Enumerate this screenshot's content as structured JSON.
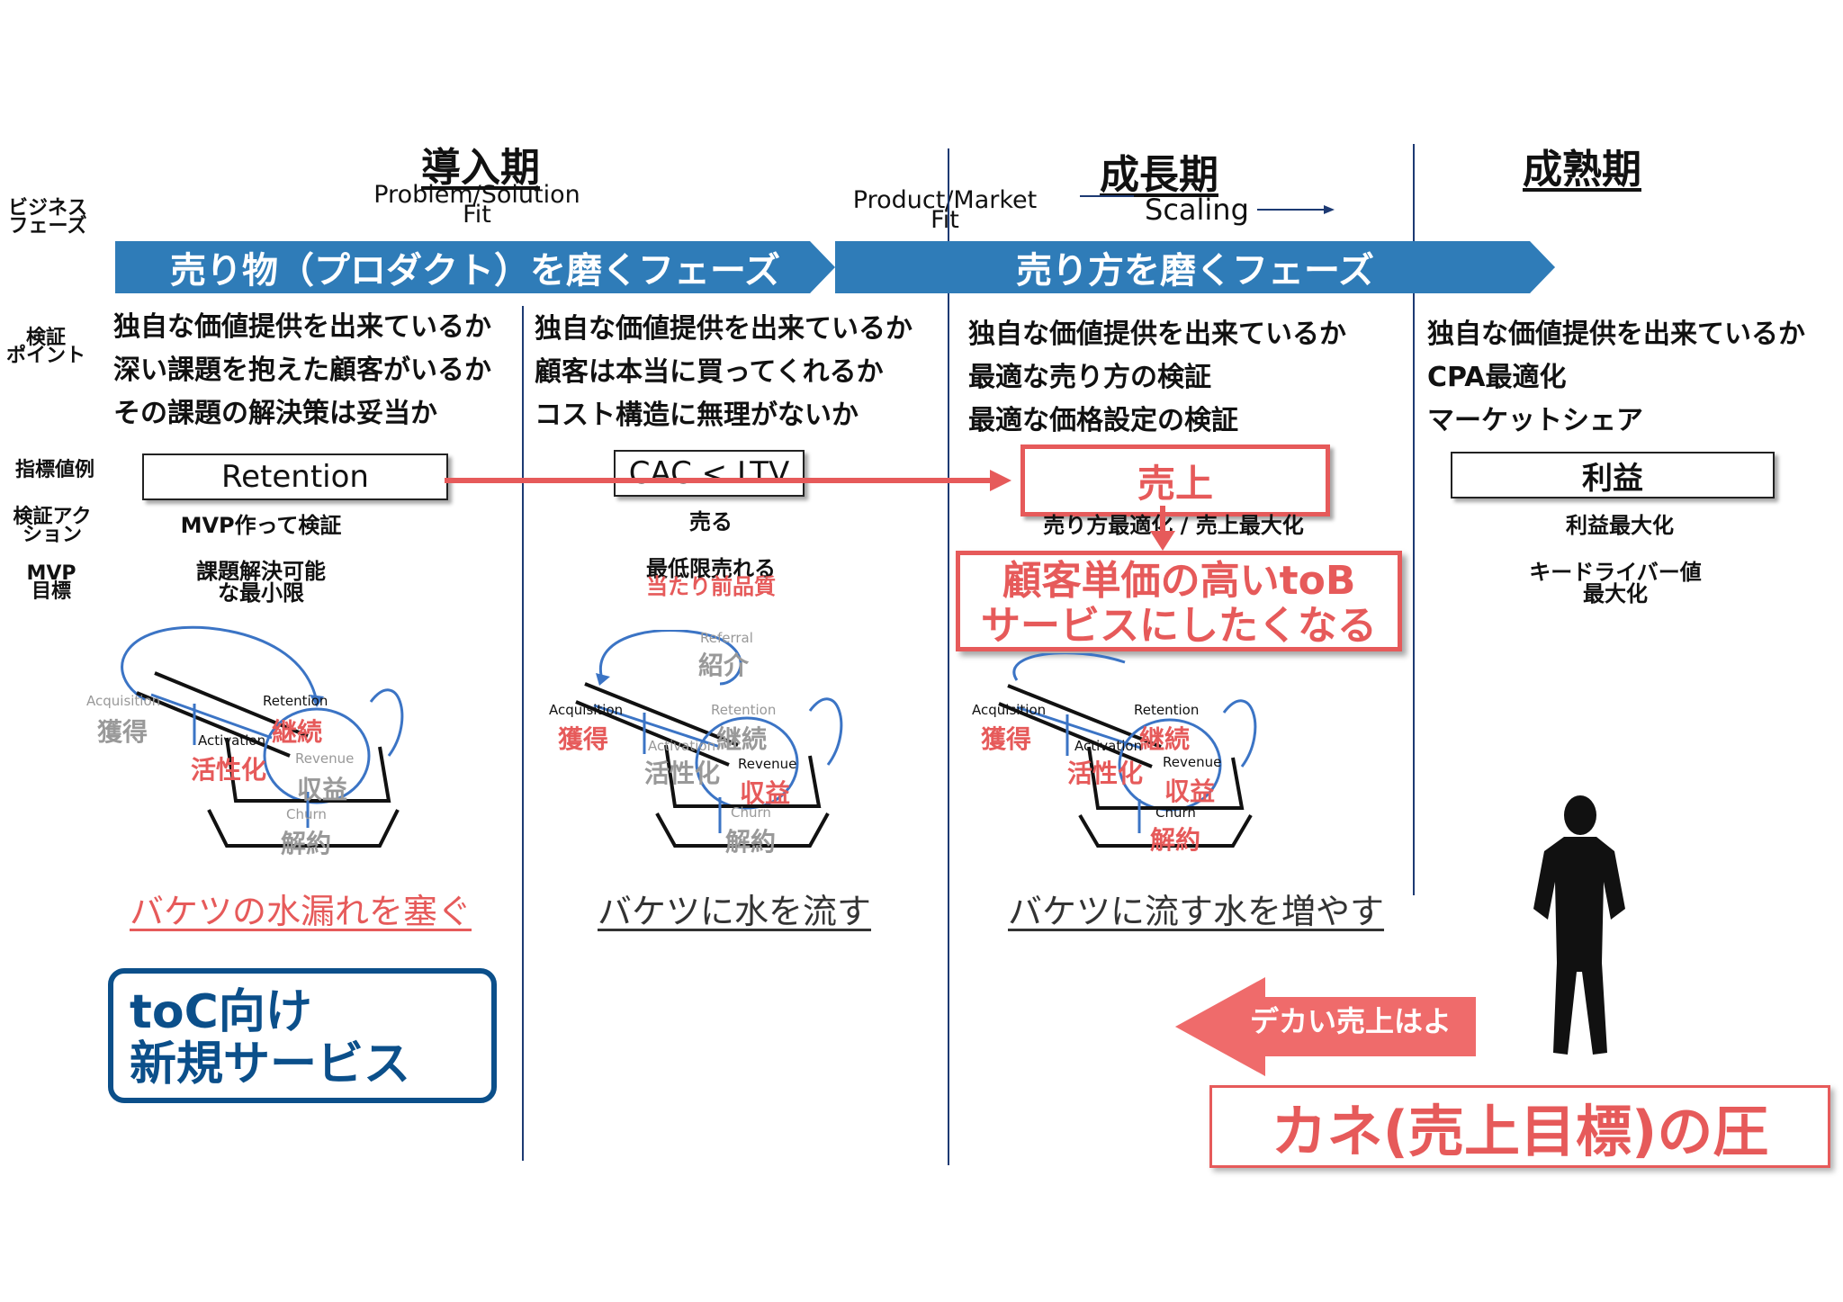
{
  "row_labels": {
    "phase": "ビジネス\nフェーズ",
    "check": "検証\nポイント",
    "metric": "指標値例",
    "action": "検証アク\nション",
    "mvp": "MVP\n目標"
  },
  "stages": {
    "intro": "導入期",
    "growth": "成長期",
    "mature": "成熟期"
  },
  "fit_labels": {
    "psf": "Problem/Solution\nFit",
    "pmf": "Product/Market\nFit",
    "scaling": "Scaling"
  },
  "phase_banners": {
    "product": "売り物（プロダクト）を磨くフェーズ",
    "sales": "売り方を磨くフェーズ"
  },
  "check_points": {
    "col1": [
      "独自な価値提供を出来ているか",
      "深い課題を抱えた顧客がいるか",
      "その課題の解決策は妥当か"
    ],
    "col2": [
      "独自な価値提供を出来ているか",
      "顧客は本当に買ってくれるか",
      "コスト構造に無理がないか"
    ],
    "col3": [
      "独自な価値提供を出来ているか",
      "最適な売り方の検証",
      "最適な価格設定の検証"
    ],
    "col4": [
      "独自な価値提供を出来ているか",
      "CPA最適化",
      "マーケットシェア"
    ]
  },
  "metrics": {
    "col1": "Retention",
    "col2": "CAC < LTV",
    "col3": "売上",
    "col4": "利益"
  },
  "actions": {
    "col1": "MVP作って検証",
    "col2": "売る",
    "col3": "売り方最適化 / 売上最大化",
    "col4": "利益最大化"
  },
  "mvp_goals": {
    "col1": "課題解決可能\nな最小限",
    "col2_line1": "最低限売れる",
    "col2_line2": "当たり前品質",
    "col4": "キードライバー値\n最大化"
  },
  "tob_callout": "顧客単価の高いtoB\nサービスにしたくなる",
  "funnel_labels": {
    "acquisition_en": "Acquisition",
    "acquisition_jp": "獲得",
    "activation_en": "Activation",
    "activation_jp": "活性化",
    "retention_en": "Retention",
    "retention_jp": "継続",
    "revenue_en": "Revenue",
    "revenue_jp": "収益",
    "churn_en": "Churn",
    "churn_jp": "解約",
    "referral_en": "Referral",
    "referral_jp": "紹介"
  },
  "bucket_captions": {
    "col1": "バケツの水漏れを塞ぐ",
    "col2": "バケツに水を流す",
    "col3": "バケツに流す水を増やす"
  },
  "toc_box": "toC向け\n新規サービス",
  "pressure_arrow": "デカい売上はよ",
  "pressure_box": "カネ(売上目標)の圧",
  "colors": {
    "banner_blue": "#2f7cb8",
    "accent_red": "#e65a5a",
    "navy": "#1d3a73",
    "toc_blue": "#0b4f8a"
  }
}
